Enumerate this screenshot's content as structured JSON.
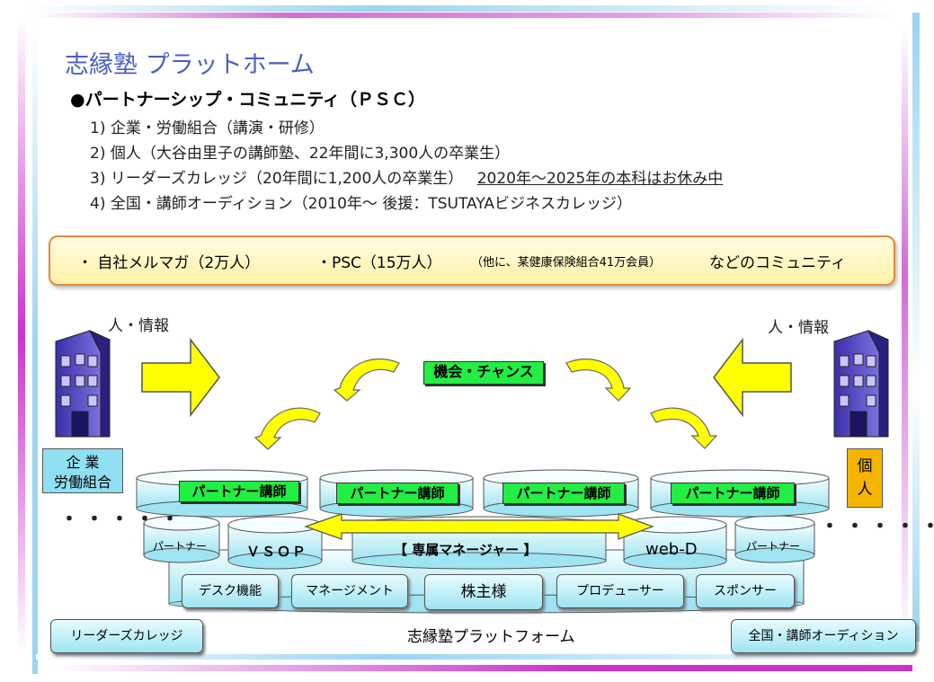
{
  "title": "志縁塾 プラットホーム",
  "psc_heading": "●パートナーシップ・コミュニティ（ＰＳＣ）",
  "items": [
    "1) 企業・労働組合（講演・研修）",
    "2) 個人（大谷由里子の講師塾、22年間に3,300人の卒業生）",
    "3) リーダーズカレッジ（20年間に1,200人の卒業生）",
    "4) 全国・講師オーディション（2010年～ 後援：TSUTAYAビジネスカレッジ）"
  ],
  "item3_note": "2020年～2025年の本科はお休み中",
  "band": {
    "part1": "・ 自社メルマガ（2万人）",
    "part2": "・PSC（15万人）",
    "part3": "（他に、某健康保険組合41万会員）",
    "part4": "などのコミュニティ"
  },
  "left_info": "人・情報",
  "right_info": "人・情報",
  "chance": "機会・チャンス",
  "left_box": [
    "企 業",
    "労働組合"
  ],
  "right_box": [
    "個",
    "人"
  ],
  "partner_instructor": "パートナー講師",
  "partner": "パートナー",
  "vsop": "ＶＳＯＰ",
  "manager": "【 専属マネージャー 】",
  "webd": "web-D",
  "bottom": [
    "デスク機能",
    "マネージメント",
    "株主様",
    "プロデューサー",
    "スポンサー"
  ],
  "leaders_college": "リーダーズカレッジ",
  "platform": "志縁塾プラットフォーム",
  "audition": "全国・講師オーディション",
  "dots": "・・・・・",
  "colors": {
    "title": "#4a5fc4",
    "green": "#22ee44",
    "yellow": "#ffff00",
    "cyan": "#9ee4f2",
    "orange": "#f5b400"
  }
}
